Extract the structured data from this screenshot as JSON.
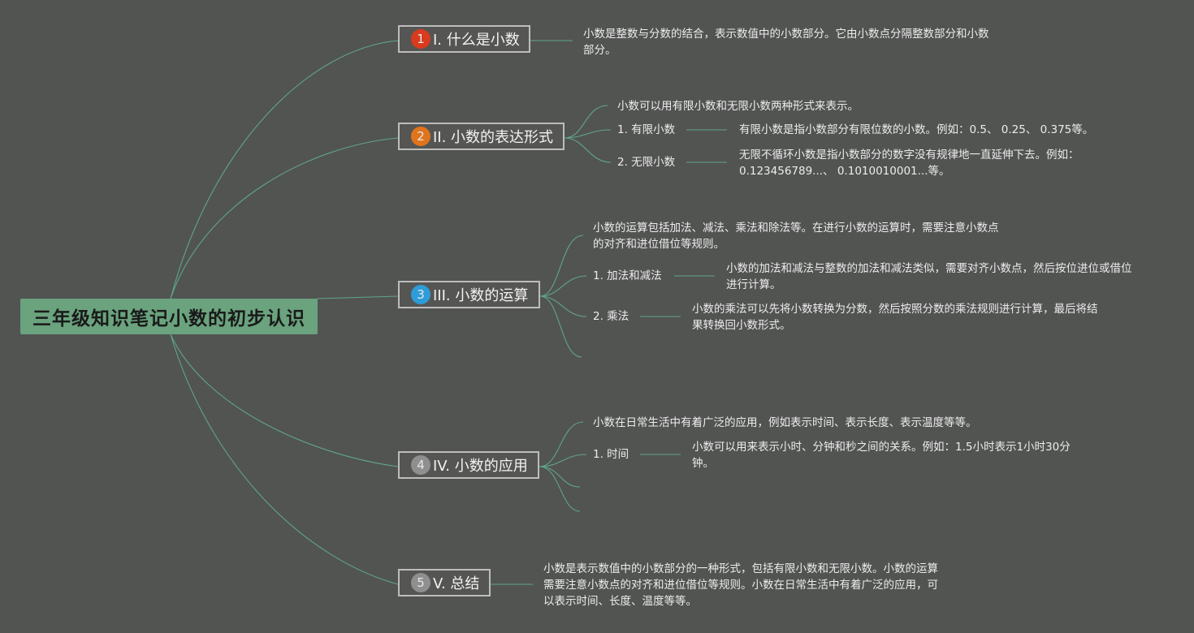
{
  "root": {
    "title": "三年级知识笔记小数的初步认识"
  },
  "colors": {
    "background": "#525452",
    "root_fill": "#6aa37e",
    "link": "#5fa58a",
    "badge1": "#d93b1e",
    "badge2": "#e0741c",
    "badge3": "#2e9cd8",
    "badge4": "#8f8f8f",
    "badge5": "#8f8f8f"
  },
  "topics": [
    {
      "number": "1",
      "label": "I. 什么是小数",
      "desc": "小数是整数与分数的结合，表示数值中的小数部分。它由小数点分隔整数部分和小数部分。"
    },
    {
      "number": "2",
      "label": "II. 小数的表达形式",
      "desc": "小数可以用有限小数和无限小数两种形式来表示。",
      "children": [
        {
          "label": "1. 有限小数",
          "desc": "有限小数是指小数部分有限位数的小数。例如：0.5、 0.25、 0.375等。"
        },
        {
          "label": "2. 无限小数",
          "desc": "无限不循环小数是指小数部分的数字没有规律地一直延伸下去。例如：0.123456789...、 0.1010010001...等。"
        }
      ]
    },
    {
      "number": "3",
      "label": "III. 小数的运算",
      "desc": "小数的运算包括加法、减法、乘法和除法等。在进行小数的运算时，需要注意小数点的对齐和进位借位等规则。",
      "children": [
        {
          "label": "1. 加法和减法",
          "desc": "小数的加法和减法与整数的加法和减法类似，需要对齐小数点，然后按位进位或借位进行计算。"
        },
        {
          "label": "2. 乘法",
          "desc": "小数的乘法可以先将小数转换为分数，然后按照分数的乘法规则进行计算，最后将结果转换回小数形式。"
        }
      ]
    },
    {
      "number": "4",
      "label": "IV. 小数的应用",
      "desc": "小数在日常生活中有着广泛的应用，例如表示时间、表示长度、表示温度等等。",
      "children": [
        {
          "label": "1. 时间",
          "desc": "小数可以用来表示小时、分钟和秒之间的关系。例如：1.5小时表示1小时30分钟。"
        }
      ]
    },
    {
      "number": "5",
      "label": "V. 总结",
      "desc": "小数是表示数值中的小数部分的一种形式，包括有限小数和无限小数。小数的运算需要注意小数点的对齐和进位借位等规则。小数在日常生活中有着广泛的应用，可以表示时间、长度、温度等等。"
    }
  ]
}
